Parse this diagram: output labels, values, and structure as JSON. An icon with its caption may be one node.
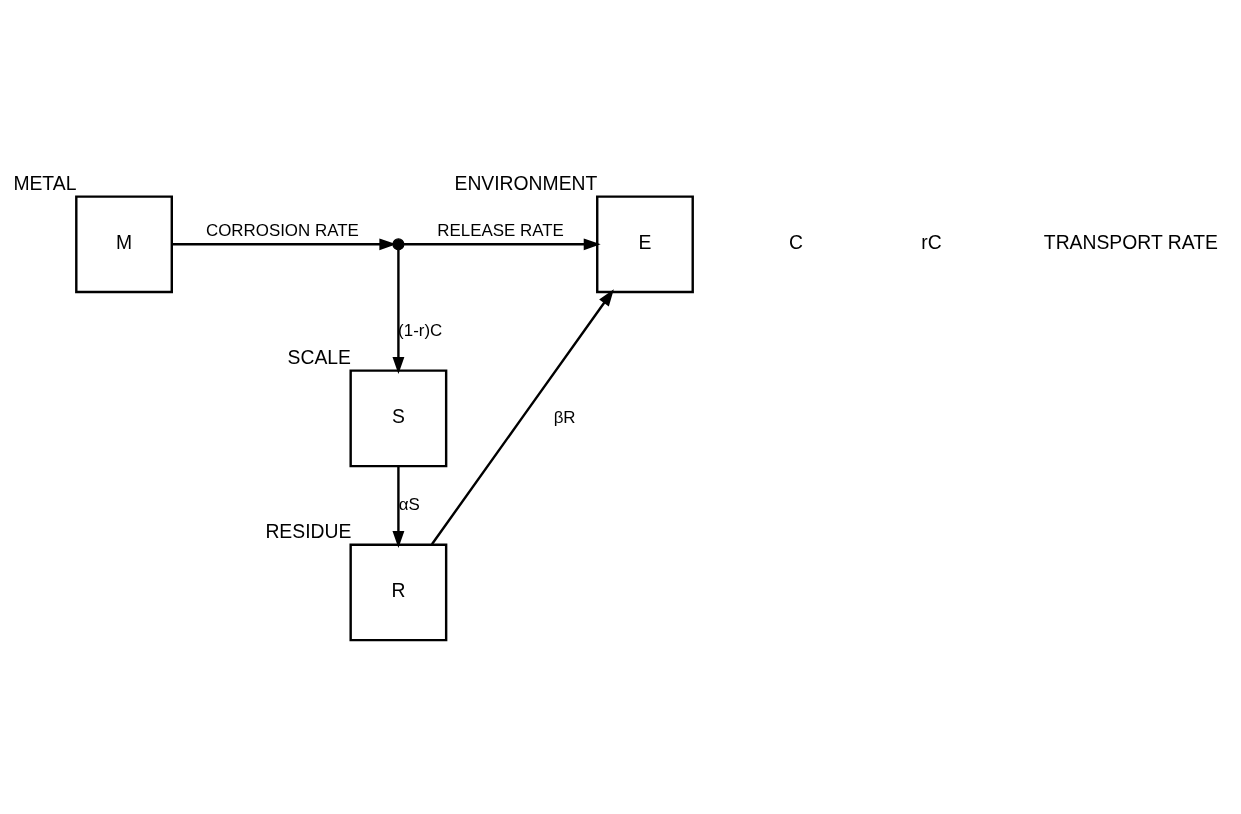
{
  "diagram": {
    "nodes": [
      {
        "text": [
          "M"
        ],
        "beside": [
          "METAL"
        ]
      },
      {
        "text": [],
        "shape": "circle"
      },
      {
        "text": [
          "E"
        ],
        "beside": [
          "ENVIRONMENT"
        ]
      },
      {
        "text": [
          "S"
        ],
        "beside": [
          "SCALE"
        ]
      },
      {
        "text": [
          "R"
        ],
        "beside": [
          "RESIDUE"
        ]
      }
    ],
    "edges": [
      {
        "from": 0,
        "to": 1,
        "arrow": "to",
        "label": "CORROSION RATE"
      },
      {
        "from": 1,
        "to": 2,
        "arrow": "to",
        "label": "RELEASE RATE"
      },
      {
        "from": 1,
        "to": 3,
        "arrow": "to",
        "label": "(1-r)C"
      },
      {
        "from": 3,
        "to": 4,
        "arrow": "to",
        "label": "αS"
      },
      {
        "from": 4,
        "to": 2,
        "arrow": "to",
        "label": "βR"
      }
    ],
    "labels": [
      "C",
      "rC",
      "TRANSPORT RATE"
    ]
  }
}
